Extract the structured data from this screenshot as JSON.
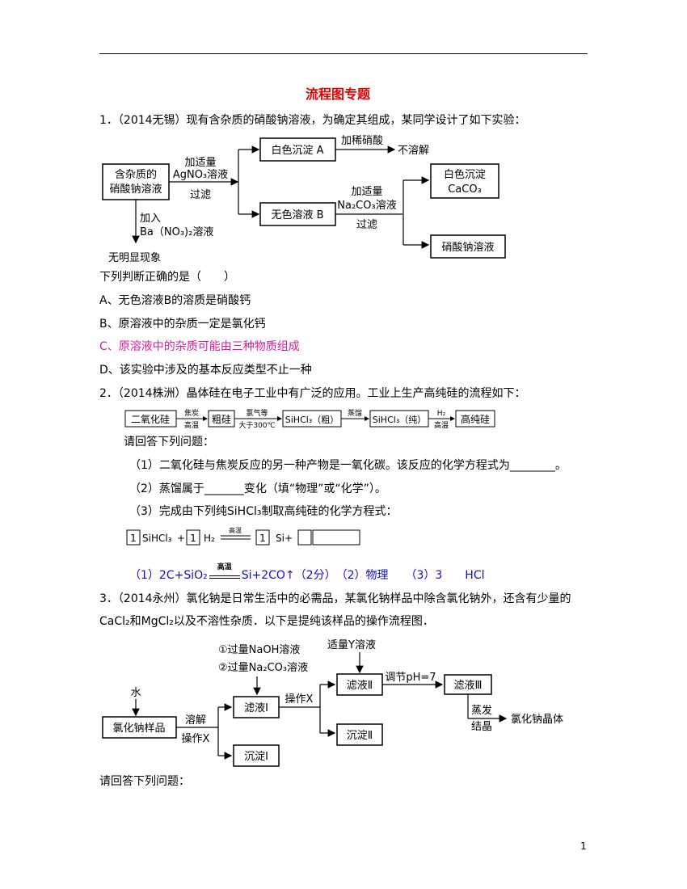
{
  "title": "流程图专题",
  "page_number": "1",
  "q1": {
    "stem": "1．（2014无锡）现有含杂质的硝酸钠溶液，为确定其组成，某同学设计了如下实验：",
    "diagram": {
      "start_l1": "含杂质的",
      "start_l2": "硝酸钠溶液",
      "reagent1_l1": "加适量",
      "reagent1_l2": "AgNO₃溶液",
      "reagent1_l3": "过滤",
      "box_a": "白色沉淀 A",
      "reagent_a": "加稀硝酸",
      "result_a": "不溶解",
      "box_b": "无色溶液 B",
      "reagent2_l1": "加适量",
      "reagent2_l2": "Na₂CO₃溶液",
      "reagent2_l3": "过滤",
      "box_caco3_l1": "白色沉淀",
      "box_caco3_l2": "CaCO₃",
      "box_nano3": "硝酸钠溶液",
      "down_l1": "加入",
      "down_l2": "Ba（NO₃)₂溶液",
      "down_result": "无明显现象"
    },
    "prompt": "下列判断正确的是（　　）",
    "options": [
      "A、无色溶液B的溶质是硝酸钙",
      "B、原溶液中的杂质一定是氯化钙",
      "C、原溶液中的杂质可能由三种物质组成",
      "D、该实验中涉及的基本反应类型不止一种"
    ]
  },
  "q2": {
    "stem": "2．（2014株洲）晶体硅在电子工业中有广泛的应用。工业上生产高纯硅的流程如下：",
    "flow": {
      "n1": "二氧化硅",
      "c1_top": "焦炭",
      "c1_bot": "高温",
      "n2": "粗硅",
      "c2_top": "氯气等",
      "c2_bot": "大于300℃",
      "n3": "SiHCl₃（粗）",
      "c3_top": "蒸馏",
      "n4": "SiHCl₃（纯）",
      "c4_top": "H₂",
      "c4_bot": "高温",
      "n5": "高纯硅"
    },
    "ask": "请回答下列问题：",
    "sub1": "（1）二氧化硅与焦炭反应的另一种产物是一氧化碳。该反应的化学方程式为________。",
    "sub2": "（2）蒸馏属于_______变化（填“物理”或“化学”）。",
    "sub3": "（3）完成由下列纯SiHCl₃制取高纯硅的化学方程式：",
    "equation": {
      "c1": "1",
      "f1": "SiHCl₃",
      "plus1": "+",
      "c2": "1",
      "f2": "H₂",
      "cond": "高温",
      "c3": "1",
      "f3": "Si+"
    },
    "answer": {
      "a1_pre": "（1）2C+SiO₂",
      "a1_cond": "高温",
      "a1_post": "Si+2CO↑（2分）　（2）物理　　（3）3　　HCl"
    }
  },
  "q3": {
    "stem_l1": "3．（2014永州）氯化钠是日常生活中的必需品，某氯化钠样品中除含氯化钠外，还含有少量的",
    "stem_l2": "CaCl₂和MgCl₂以及不溶性杂质．以下是提纯该样品的操作流程图．",
    "diagram": {
      "water": "水",
      "sample": "氯化钠样品",
      "op1_top": "溶解",
      "op1_bot": "操作X",
      "reagent_1": "①过量NaOH溶液",
      "reagent_2": "②过量Na₂CO₃溶液",
      "filtrate1": "滤液Ⅰ",
      "precip1": "沉淀Ⅰ",
      "op2": "操作X",
      "filtrate2": "滤液Ⅱ",
      "precip2": "沉淀Ⅱ",
      "y_reagent": "适量Y溶液",
      "ph": "调节pH=7",
      "filtrate3": "滤液Ⅲ",
      "evap_top": "蒸发",
      "evap_bot": "结晶",
      "product": "氯化钠晶体"
    },
    "ask": "请回答下列问题："
  }
}
